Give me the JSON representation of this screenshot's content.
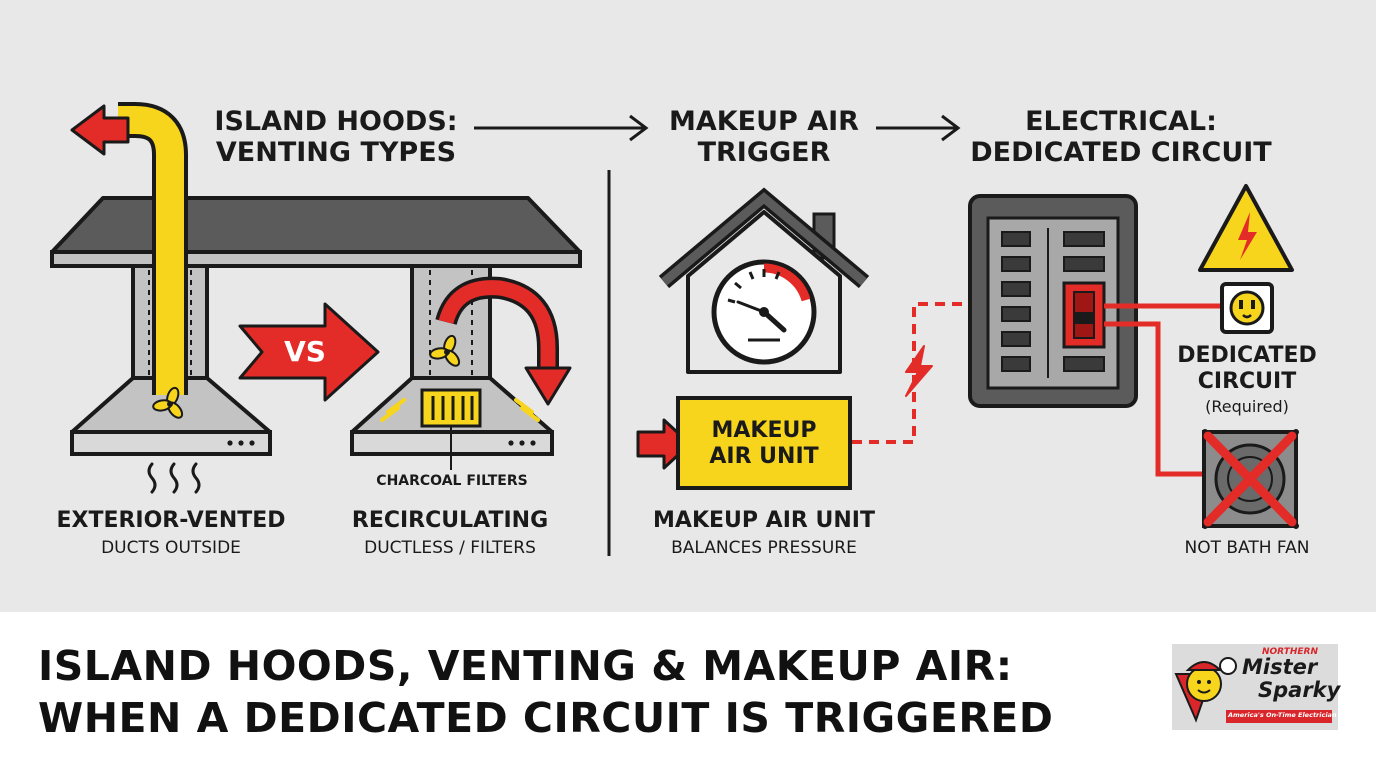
{
  "colors": {
    "red": "#e32b27",
    "yellow": "#f7d51d",
    "dark": "#2a2a2a",
    "grey": "#a8a8a8",
    "panel": "#e8e8e8"
  },
  "sections": {
    "hoods": {
      "title_line1": "ISLAND HOODS:",
      "title_line2": "VENTING TYPES"
    },
    "makeup": {
      "title_line1": "MAKEUP AIR",
      "title_line2": "TRIGGER"
    },
    "electrical": {
      "title_line1": "ELECTRICAL:",
      "title_line2": "DEDICATED CIRCUIT"
    }
  },
  "hoods": {
    "vs_label": "VS",
    "exterior": {
      "label": "EXTERIOR-VENTED",
      "sub": "DUCTS OUTSIDE"
    },
    "recirc": {
      "label": "RECIRCULATING",
      "sub": "DUCTLESS / FILTERS",
      "filter_callout": "CHARCOAL FILTERS"
    }
  },
  "makeup": {
    "unit_box_line1": "MAKEUP",
    "unit_box_line2": "AIR UNIT",
    "label": "MAKEUP AIR UNIT",
    "sub": "BALANCES PRESSURE"
  },
  "electrical": {
    "dedicated_line1": "DEDICATED",
    "dedicated_line2": "CIRCUIT",
    "required": "(Required)",
    "not_bath_fan": "NOT BATH FAN"
  },
  "footer": {
    "title_line1": "ISLAND HOODS, VENTING & MAKEUP AIR:",
    "title_line2": "WHEN A DEDICATED CIRCUIT IS TRIGGERED"
  },
  "logo": {
    "line1": "NORTHERN",
    "line2": "Mister",
    "line3": "Sparky",
    "tagline": "America's On-Time Electrician"
  }
}
